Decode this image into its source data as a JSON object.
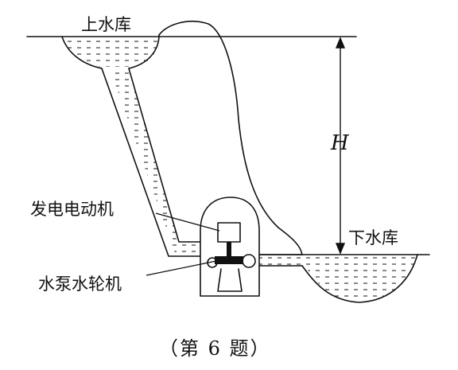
{
  "labels": {
    "upper_reservoir": "上水库",
    "lower_reservoir": "下水库",
    "height_symbol": "H",
    "generator_motor": "发电电动机",
    "pump_turbine": "水泵水轮机"
  },
  "caption": "（第 6 题）",
  "colors": {
    "stroke": "#111111",
    "water_fill": "#ffffff",
    "background": "#ffffff"
  }
}
